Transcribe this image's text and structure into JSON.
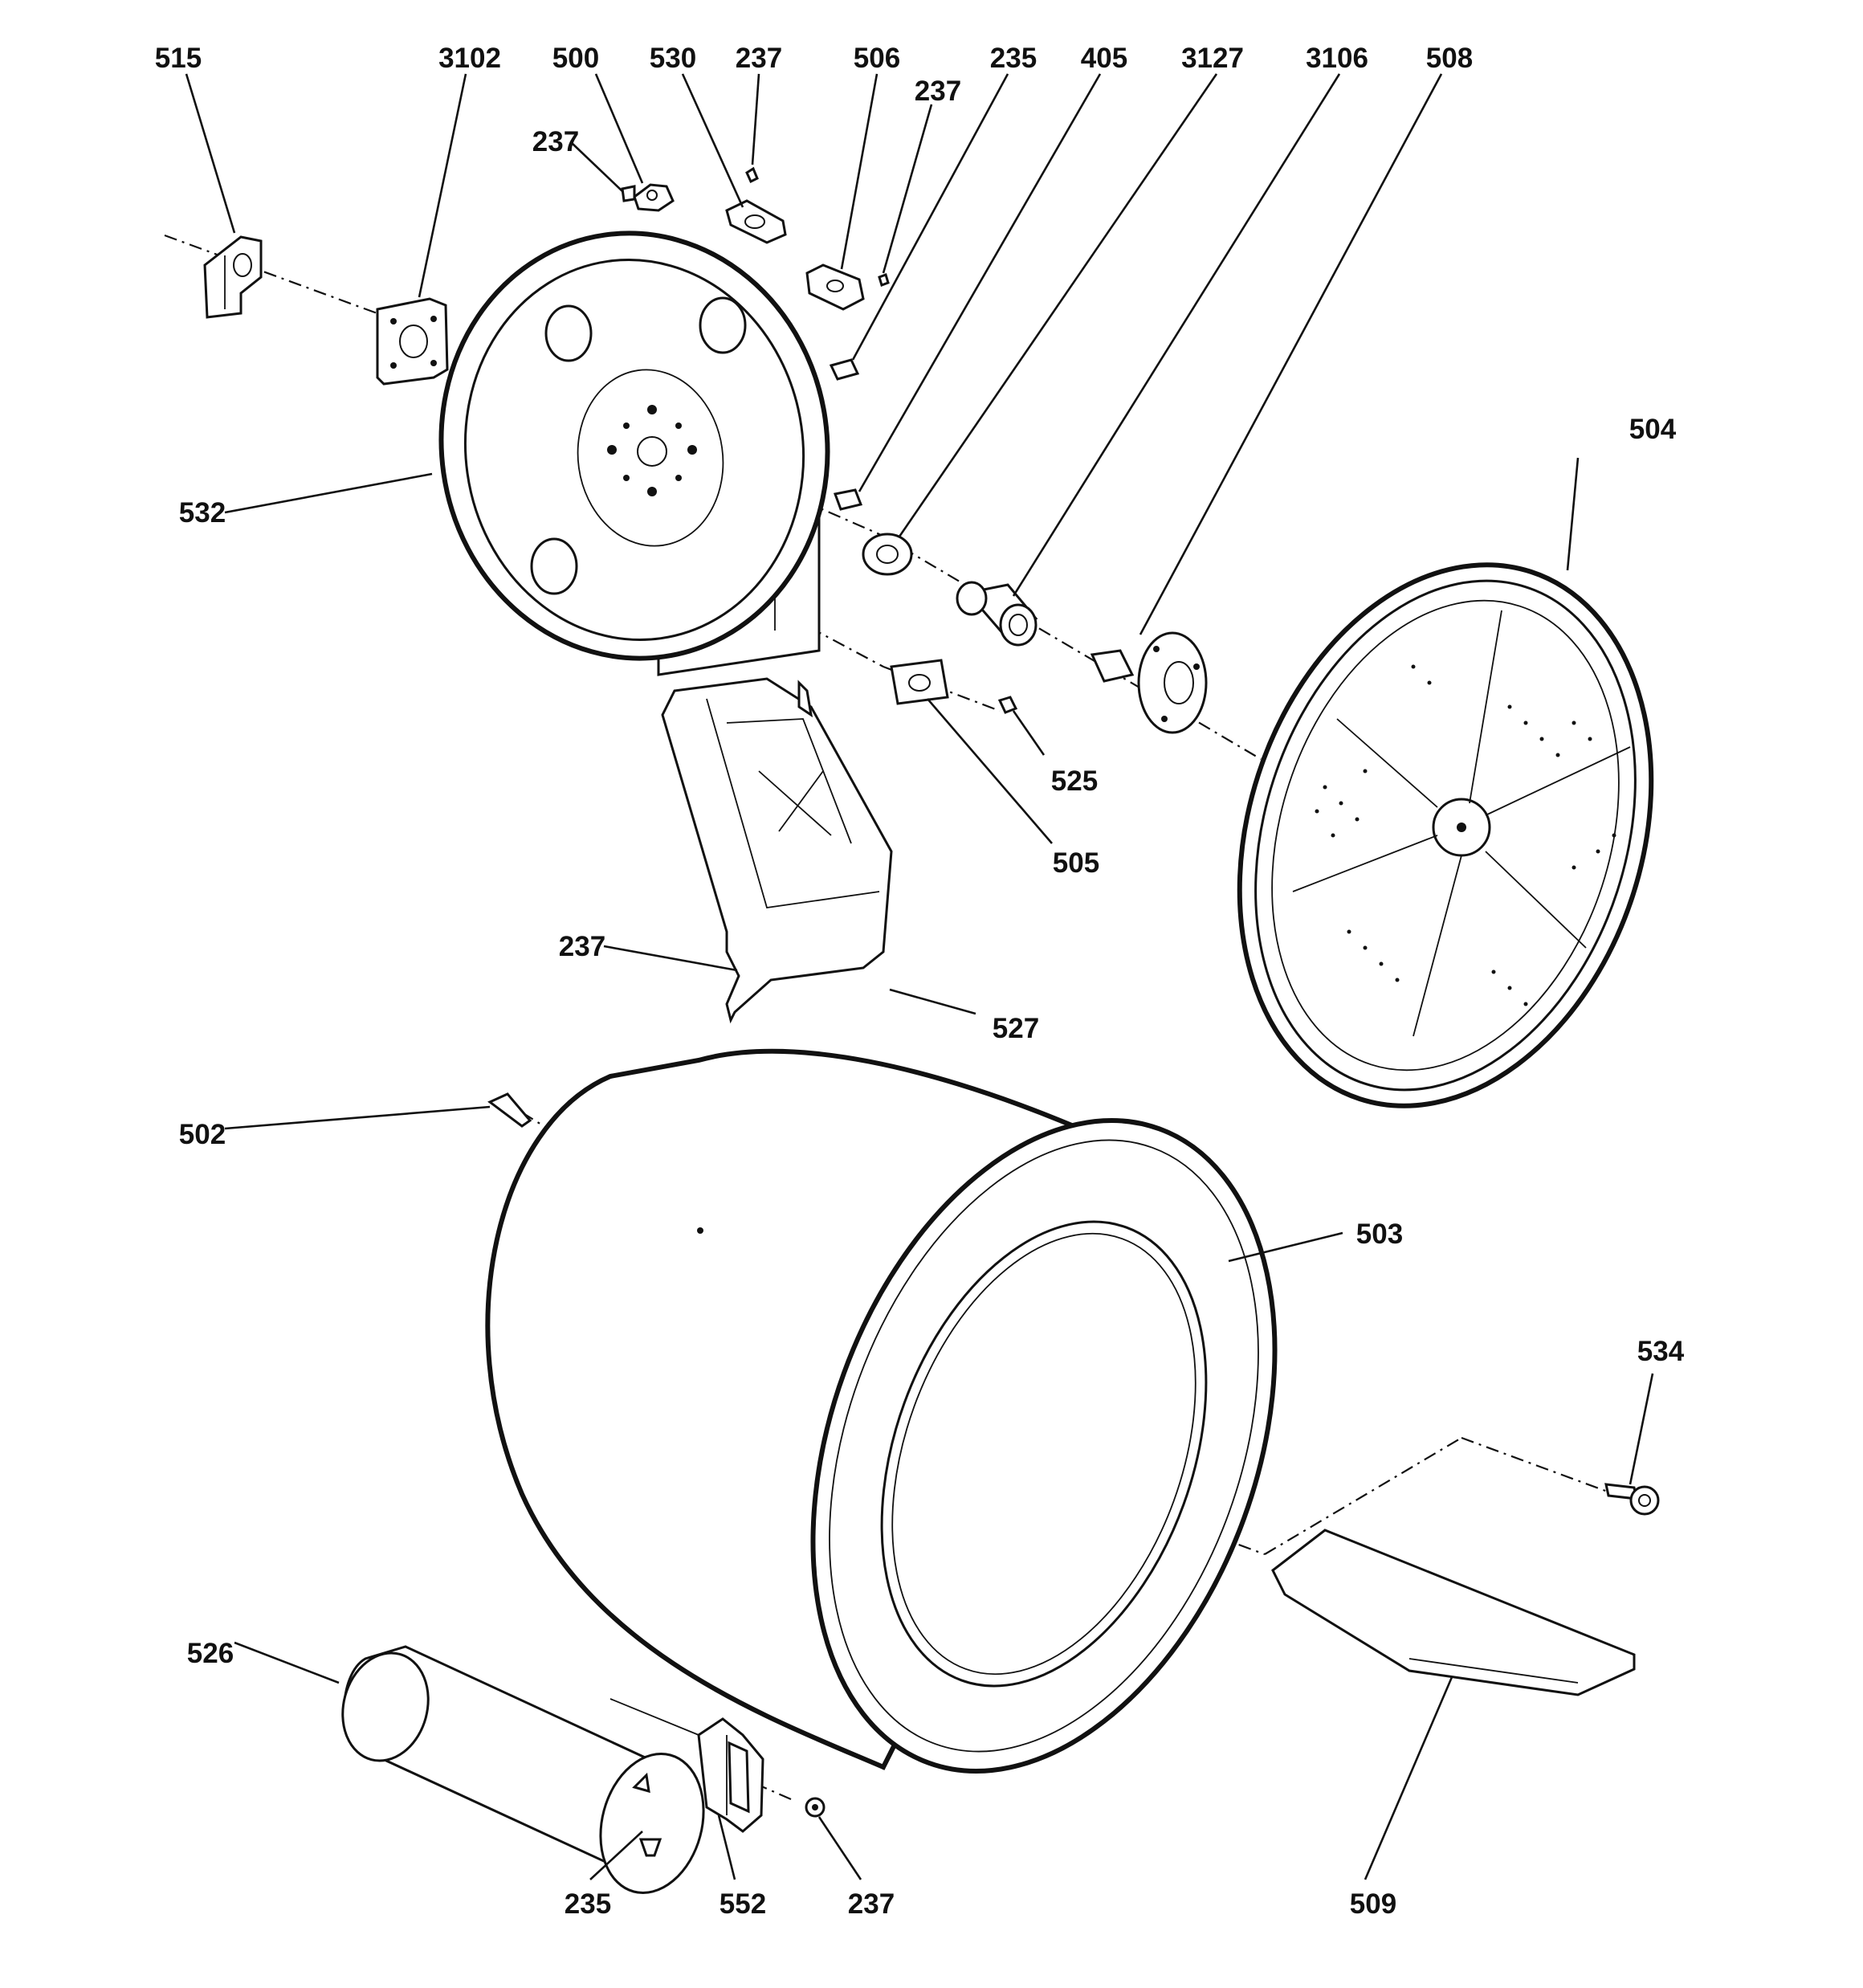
{
  "diagram": {
    "callouts": {
      "c515": "515",
      "c3102": "3102",
      "c500": "500",
      "c530": "530",
      "c237_top": "237",
      "c506": "506",
      "c235_top": "235",
      "c405": "405",
      "c3127": "3127",
      "c3106": "3106",
      "c508": "508",
      "c237_mid": "237",
      "c237_left": "237",
      "c504": "504",
      "c532": "532",
      "c525": "525",
      "c505": "505",
      "c237_duct": "237",
      "c527": "527",
      "c502": "502",
      "c503": "503",
      "c534": "534",
      "c526": "526",
      "c509": "509",
      "c235_bottom": "235",
      "c552": "552",
      "c237_bottom": "237"
    }
  }
}
